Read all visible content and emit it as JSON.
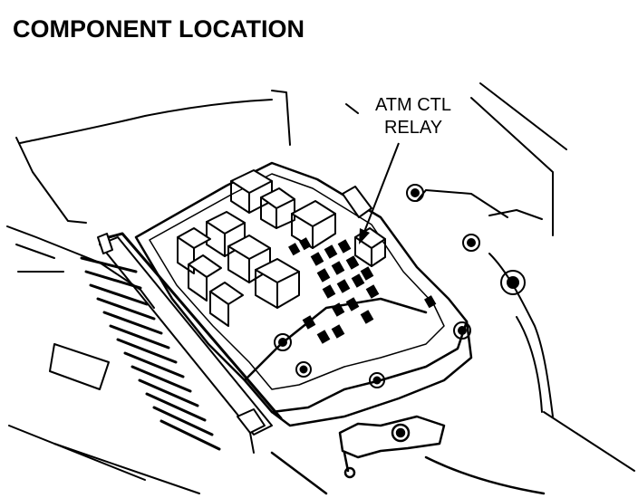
{
  "title": "COMPONENT LOCATION",
  "callout": {
    "line1": "ATM CTL",
    "line2": "RELAY"
  },
  "colors": {
    "ink": "#000000",
    "paper": "#ffffff"
  }
}
